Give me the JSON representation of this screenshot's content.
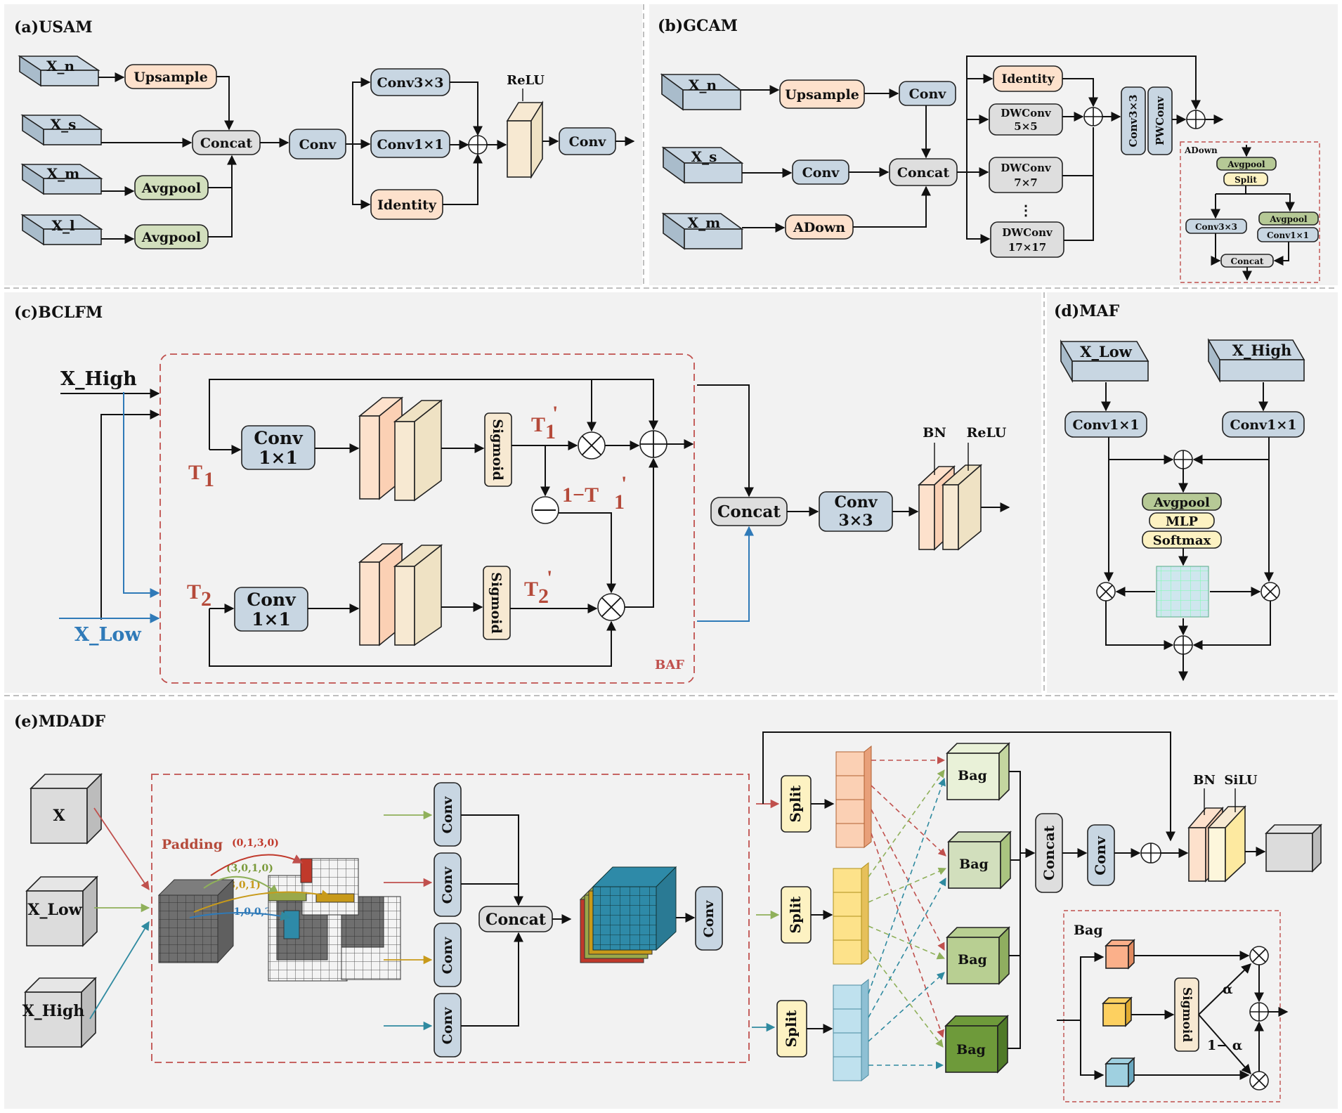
{
  "panels": {
    "usam": {
      "title": "(a)USAM",
      "inputs": [
        "X_n",
        "X_s",
        "X_m",
        "X_l"
      ],
      "upsample": "Upsample",
      "avgpool": "Avgpool",
      "concat": "Concat",
      "conv": "Conv",
      "conv3": "Conv3×3",
      "conv1": "Conv1×1",
      "identity": "Identity",
      "relu": "ReLU",
      "conv_out": "Conv"
    },
    "gcam": {
      "title": "(b)GCAM",
      "inputs": [
        "X_n",
        "X_s",
        "X_m"
      ],
      "upsample": "Upsample",
      "conv": "Conv",
      "conv_s": "Conv",
      "adown": "ADown",
      "concat": "Concat",
      "identity": "Identity",
      "dw_label": "DWConv",
      "dw_sizes": [
        "5×5",
        "7×7",
        "17×17"
      ],
      "conv3v": "Conv3×3",
      "pwconv": "PWConv",
      "adown_box": {
        "title": "ADown",
        "avgpool": "Avgpool",
        "split": "Split",
        "conv3": "Conv3×3",
        "avgpool2": "Avgpool",
        "conv1": "Conv1×1",
        "concat": "Concat"
      }
    },
    "bclfm": {
      "title": "(c)BCLFM",
      "x_high": "X_High",
      "x_low": "X_Low",
      "t1": "T",
      "t2": "T",
      "sub1": "1",
      "sub2": "2",
      "prime": "'",
      "one_minus": "1−T",
      "conv": "Conv",
      "conv_k": "1×1",
      "sigmoid": "Sigmoid",
      "baf": "BAF",
      "concat": "Concat",
      "conv33": "Conv",
      "conv33_k": "3×3",
      "bn": "BN",
      "relu": "ReLU"
    },
    "maf": {
      "title": "(d)MAF",
      "x_low": "X_Low",
      "x_high": "X_High",
      "conv1": "Conv1×1",
      "avgpool": "Avgpool",
      "mlp": "MLP",
      "softmax": "Softmax"
    },
    "mdadf": {
      "title": "(e)MDADF",
      "inputs": [
        "X",
        "X_Low",
        "X_High"
      ],
      "padding": "Padding",
      "pads": [
        "(0,1,3,0)",
        "(3,0,1,0)",
        "(0,3,0,1)",
        "(1,0,0,3)"
      ],
      "conv": "Conv",
      "concat": "Concat",
      "split": "Split",
      "bag": "Bag",
      "concat_v": "Concat",
      "bn": "BN",
      "silu": "SiLU",
      "bag_box": {
        "title": "Bag",
        "sigmoid": "Sigmoid",
        "alpha": "α",
        "one_minus_alpha": "1− α"
      }
    }
  },
  "colors": {
    "panel_bg": "#f2f2f2",
    "blue_gray": "#c8d6e2",
    "peach": "#fde1cc",
    "green": "#d2dfbd",
    "gray": "#dedede",
    "cream": "#f7e9d2",
    "salmon": "#fbd0b4",
    "tan": "#efe2c4",
    "yellow": "#fdf2c2",
    "red_text": "#b54a3a",
    "blue_line": "#2f7ab8"
  }
}
